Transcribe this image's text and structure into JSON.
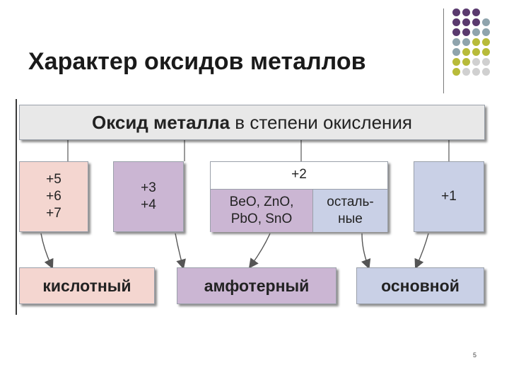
{
  "slide": {
    "title": "Характер оксидов металлов",
    "page_number": "5"
  },
  "diagram": {
    "header": {
      "bold_part": "Оксид металла",
      "rest": " в степени окисления"
    },
    "states": {
      "s1": [
        "+5",
        "+6",
        "+7"
      ],
      "s2": [
        "+3",
        "+4"
      ],
      "s3": {
        "label": "+2",
        "left": [
          "BeO, ZnO,",
          "PbO, SnO"
        ],
        "right": [
          "осталь-",
          "ные"
        ]
      },
      "s4": [
        "+1"
      ]
    },
    "results": {
      "acidic": "кислотный",
      "amphoteric": "амфотерный",
      "basic": "основной"
    },
    "colors": {
      "acidic": "#f4d6d0",
      "amphoteric": "#cbb6d3",
      "basic": "#c9d0e6",
      "header": "#e8e8e8"
    }
  },
  "decoration": {
    "dot_colors": [
      "#5a3a6e",
      "#8fa4ad",
      "#b8bb3a",
      "#d0d0d0"
    ]
  }
}
